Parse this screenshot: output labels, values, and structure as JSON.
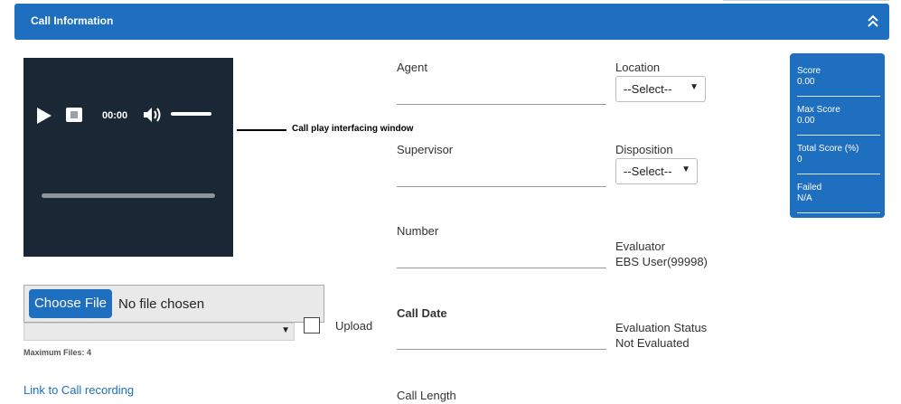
{
  "header": {
    "title": "Call Information",
    "collapse_icon": "double-chevron-up-icon"
  },
  "player": {
    "time": "00:00",
    "play_icon": "play-icon",
    "stop_icon": "stop-icon",
    "volume_icon": "volume-icon",
    "annotation": "Call play interfacing window"
  },
  "upload": {
    "choose_label": "Choose File",
    "no_file_text": "No file chosen",
    "upload_label": "Upload",
    "max_files": "Maximum Files: 4",
    "link_text": "Link to Call recording"
  },
  "fields": {
    "agent": "Agent",
    "supervisor": "Supervisor",
    "number": "Number",
    "call_date": "Call Date",
    "call_length": "Call Length",
    "location": "Location",
    "location_value": "--Select--",
    "disposition": "Disposition",
    "disposition_value": "--Select--",
    "evaluator_label": "Evaluator",
    "evaluator_value": "EBS User(99998)",
    "eval_status_label": "Evaluation Status",
    "eval_status_value": "Not Evaluated"
  },
  "scores": [
    {
      "label": "Score",
      "value": "0.00"
    },
    {
      "label": "Max Score",
      "value": "0.00"
    },
    {
      "label": "Total Score (%)",
      "value": "0"
    },
    {
      "label": "Failed",
      "value": "N/A"
    }
  ],
  "colors": {
    "accent": "#1e6fbf",
    "player_bg": "#1a2735"
  }
}
